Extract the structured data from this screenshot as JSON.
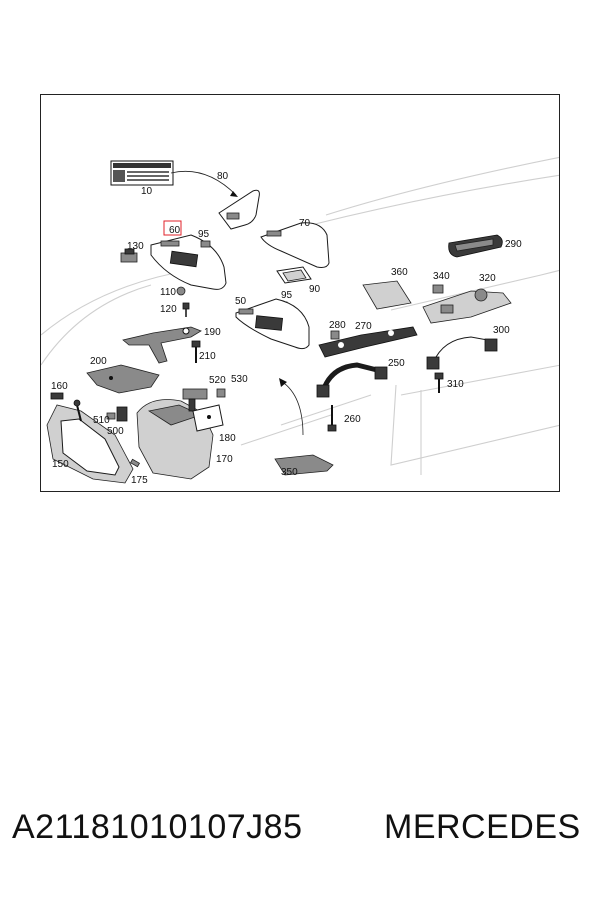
{
  "diagram": {
    "highlighted_callout": "60",
    "highlight_color": "#e0202a",
    "callouts": [
      "10",
      "80",
      "60",
      "95",
      "70",
      "130",
      "290",
      "360",
      "340",
      "320",
      "110",
      "90",
      "120",
      "50",
      "95",
      "280",
      "270",
      "300",
      "190",
      "210",
      "200",
      "250",
      "160",
      "520",
      "530",
      "310",
      "510",
      "500",
      "180",
      "260",
      "150",
      "170",
      "175",
      "350"
    ]
  },
  "footer": {
    "part_number": "A21181010107J85",
    "brand": "MERCEDES"
  }
}
